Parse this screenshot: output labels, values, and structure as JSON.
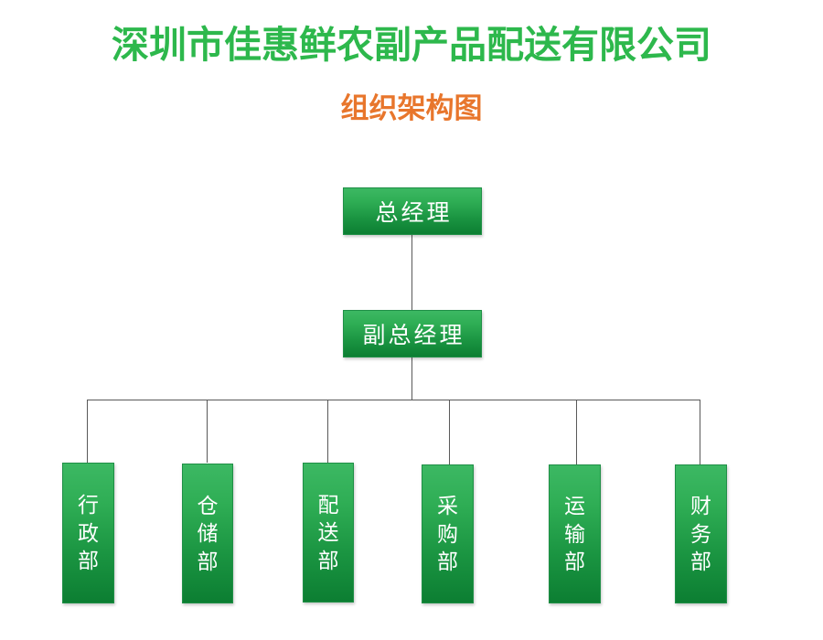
{
  "header": {
    "company_title": "深圳市佳惠鲜农副产品配送有限公司",
    "chart_subtitle": "组织架构图",
    "title_color": "#2DB84C",
    "subtitle_color": "#E8762C"
  },
  "theme": {
    "background": "#FFFFFF",
    "node_fill_top": "#3CB863",
    "node_fill_bottom": "#0C7E32",
    "node_border": "#1F8F46",
    "node_text": "#FFFFFF",
    "connector_color": "#595959"
  },
  "org_chart": {
    "type": "hierarchy",
    "levels": [
      {
        "level": 1,
        "nodes": [
          {
            "id": "gm",
            "label": "总经理"
          }
        ]
      },
      {
        "level": 2,
        "nodes": [
          {
            "id": "dgm",
            "label": "副总经理",
            "parent": "gm"
          }
        ]
      },
      {
        "level": 3,
        "nodes": [
          {
            "id": "dept1",
            "label": "行政部",
            "parent": "dgm"
          },
          {
            "id": "dept2",
            "label": "仓储部",
            "parent": "dgm"
          },
          {
            "id": "dept3",
            "label": "配送部",
            "parent": "dgm"
          },
          {
            "id": "dept4",
            "label": "采购部",
            "parent": "dgm"
          },
          {
            "id": "dept5",
            "label": "运输部",
            "parent": "dgm"
          },
          {
            "id": "dept6",
            "label": "财务部",
            "parent": "dgm"
          }
        ]
      }
    ]
  }
}
